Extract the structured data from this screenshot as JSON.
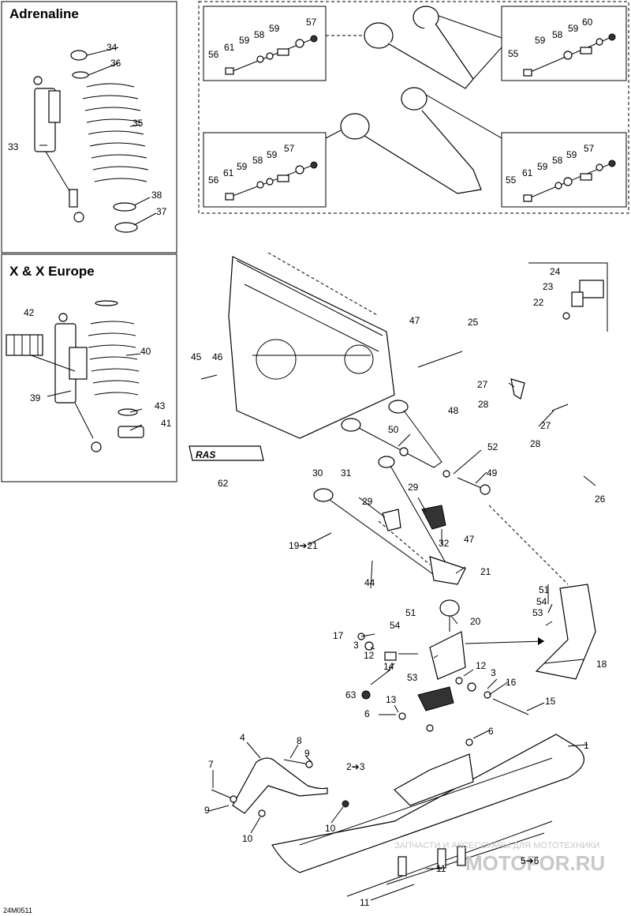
{
  "panels": {
    "adrenaline": "Adrenaline",
    "x_europe": "X & X Europe"
  },
  "logo_text": "RAS",
  "diagram_code": "24M0511",
  "watermark": {
    "line1": "ЗАПЧАСТИ И АКСЕССУАРЫ ДЛЯ МОТОТЕХНИКИ",
    "line2": "MOTOFOR.RU"
  },
  "refs": {
    "a34": "34",
    "a36": "36",
    "a35": "35",
    "a33": "33",
    "a38": "38",
    "a37": "37",
    "x42": "42",
    "x40": "40",
    "x39": "39",
    "x43": "43",
    "x41": "41",
    "x62": "62",
    "tl57": "57",
    "tl61": "61",
    "tl59a": "59",
    "tl58": "58",
    "tl59b": "59",
    "tl56": "56",
    "tr60": "60",
    "tr59a": "59",
    "tr58": "58",
    "tr59b": "59",
    "tr55": "55",
    "bl57": "57",
    "bl59a": "59",
    "bl58": "58",
    "bl59b": "59",
    "bl61": "61",
    "bl56": "56",
    "br57": "57",
    "br59a": "59",
    "br61": "61",
    "br59b": "59",
    "br58": "58",
    "br55": "55",
    "m24": "24",
    "m23": "23",
    "m22": "22",
    "m25": "25",
    "m47a": "47",
    "m45": "45",
    "m46": "46",
    "m27a": "27",
    "m28a": "28",
    "m27b": "27",
    "m28b": "28",
    "m48": "48",
    "m50": "50",
    "m52": "52",
    "m26": "26",
    "m30": "30",
    "m31": "31",
    "m49": "49",
    "m29a": "29",
    "m29b": "29",
    "m32": "32",
    "m19": "19➔21",
    "m47b": "47",
    "m44": "44",
    "m21": "21",
    "m51a": "51",
    "m54a": "54",
    "m53a": "53",
    "m20": "20",
    "m18": "18",
    "m17": "17",
    "m51b": "51",
    "m54b": "54",
    "m3a": "3",
    "m12a": "12",
    "m14": "14",
    "m53b": "53",
    "m63": "63",
    "m12b": "12",
    "m3b": "3",
    "m16": "16",
    "m15": "15",
    "m13": "13",
    "m6a": "6",
    "m6b": "6",
    "m1": "1",
    "m4": "4",
    "m8": "8",
    "m9a": "9",
    "m23b": "2➔3",
    "m7": "7",
    "m9b": "9",
    "m10a": "10",
    "m10b": "10",
    "m11a": "11",
    "m11b": "11",
    "m56": "5➔6"
  }
}
